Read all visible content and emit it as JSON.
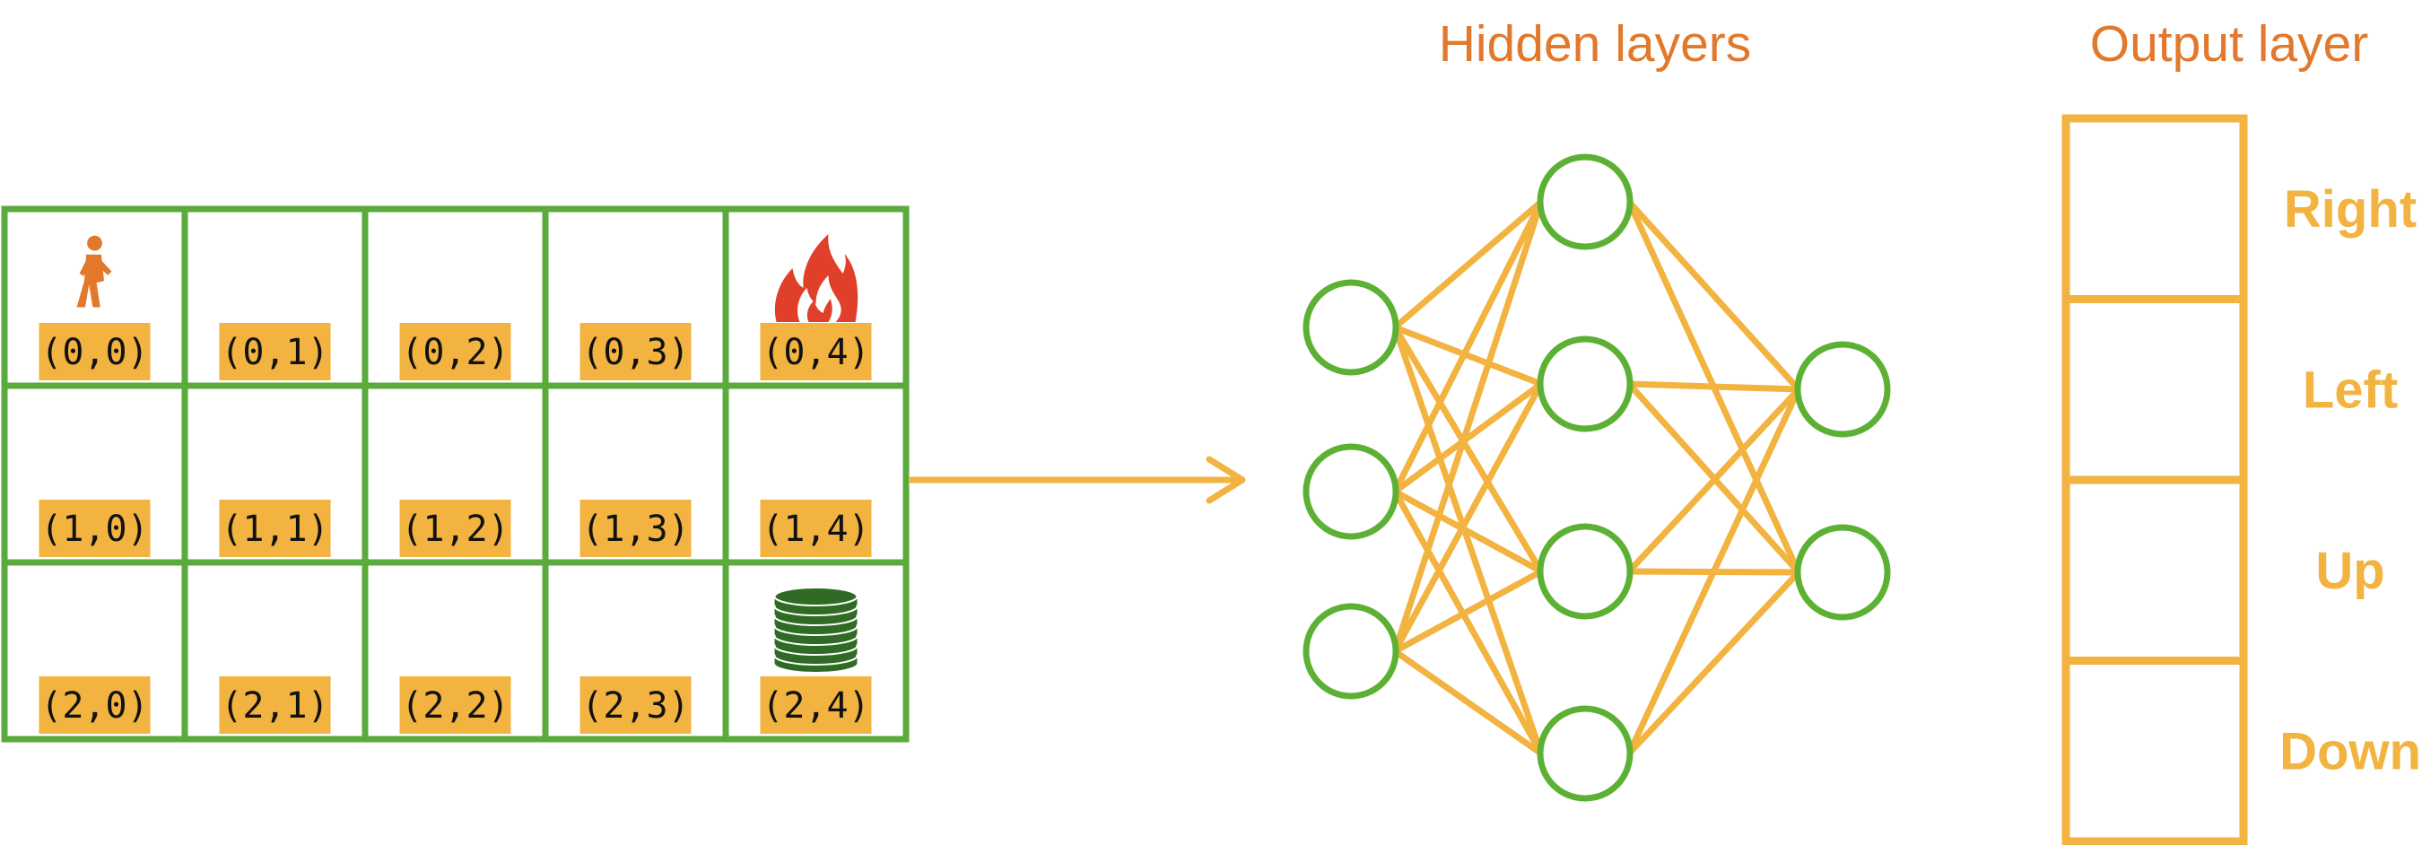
{
  "headings": {
    "hidden": "Hidden layers",
    "output": "Output layer"
  },
  "grid": {
    "rows": 3,
    "cols": 5,
    "labels": [
      [
        "(0,0)",
        "(0,1)",
        "(0,2)",
        "(0,3)",
        "(0,4)"
      ],
      [
        "(1,0)",
        "(1,1)",
        "(1,2)",
        "(1,3)",
        "(1,4)"
      ],
      [
        "(2,0)",
        "(2,1)",
        "(2,2)",
        "(2,3)",
        "(2,4)"
      ]
    ],
    "icons": {
      "0,0": "person-walking-icon",
      "0,4": "fire-icon",
      "2,4": "coin-stack-icon"
    }
  },
  "network": {
    "layers": [
      3,
      4,
      2
    ]
  },
  "output_actions": [
    "Right",
    "Left",
    "Up",
    "Down"
  ],
  "colors": {
    "grid_line": "#5aaa3c",
    "node_stroke": "#5cb135",
    "edge": "#f2b340",
    "label_bg": "#f2b340",
    "heading": "#e2782c",
    "action": "#f2b340",
    "agent": "#e2782c",
    "fire_outer": "#e0402a",
    "fire_inner": "#ffffff",
    "coins": "#2f6b25"
  }
}
